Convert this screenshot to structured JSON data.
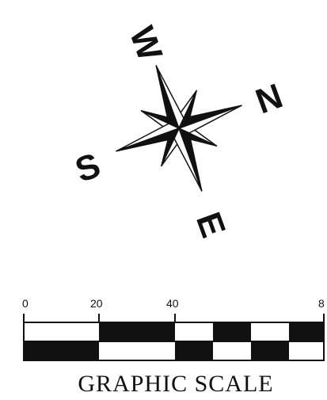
{
  "compass": {
    "north": "N",
    "south": "S",
    "east": "E",
    "west": "W"
  },
  "scale_bar": {
    "title": "GRAPHIC SCALE",
    "tick_labels": [
      "0",
      "20",
      "40",
      "8"
    ]
  },
  "colors": {
    "ink": "#111111",
    "paper": "#ffffff"
  }
}
